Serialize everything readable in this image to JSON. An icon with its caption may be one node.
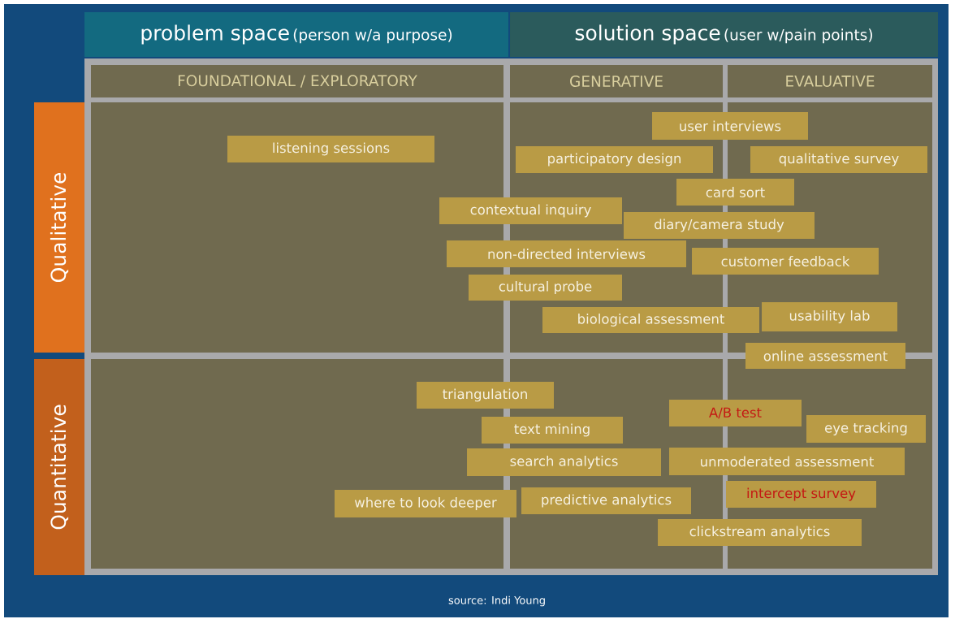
{
  "diagram": {
    "caption": "source: Indi Young",
    "nodes": [
      {
        "text": [
          "problem space",
          "(person w/a purpose)"
        ]
      },
      {
        "text": [
          "solution space",
          "(user w/pain points)"
        ]
      },
      {
        "text": [
          "FOUNDATIONAL / EXPLORATORY"
        ]
      },
      {
        "text": [
          "GENERATIVE"
        ]
      },
      {
        "text": [
          "EVALUATIVE"
        ]
      },
      {
        "text": [
          "Qualitative"
        ]
      },
      {
        "text": [
          "Quantitative"
        ]
      },
      {
        "text": [
          "listening sessions"
        ]
      },
      {
        "text": [
          "user interviews"
        ]
      },
      {
        "text": [
          "participatory design"
        ]
      },
      {
        "text": [
          "qualitative survey"
        ]
      },
      {
        "text": [
          "card sort"
        ]
      },
      {
        "text": [
          "contextual inquiry"
        ]
      },
      {
        "text": [
          "diary/camera study"
        ]
      },
      {
        "text": [
          "non-directed interviews"
        ]
      },
      {
        "text": [
          "customer feedback"
        ]
      },
      {
        "text": [
          "cultural probe"
        ]
      },
      {
        "text": [
          "biological assessment"
        ]
      },
      {
        "text": [
          "usability lab"
        ]
      },
      {
        "text": [
          "online assessment"
        ]
      },
      {
        "text": [
          "triangulation"
        ]
      },
      {
        "text": [
          "A/B test"
        ]
      },
      {
        "text": [
          "text mining"
        ]
      },
      {
        "text": [
          "eye tracking"
        ]
      },
      {
        "text": [
          "search analytics"
        ]
      },
      {
        "text": [
          "unmoderated assessment"
        ]
      },
      {
        "text": [
          "where to look deeper"
        ]
      },
      {
        "text": [
          "predictive analytics"
        ]
      },
      {
        "text": [
          "intercept survey"
        ]
      },
      {
        "text": [
          "clickstream analytics"
        ]
      }
    ]
  }
}
